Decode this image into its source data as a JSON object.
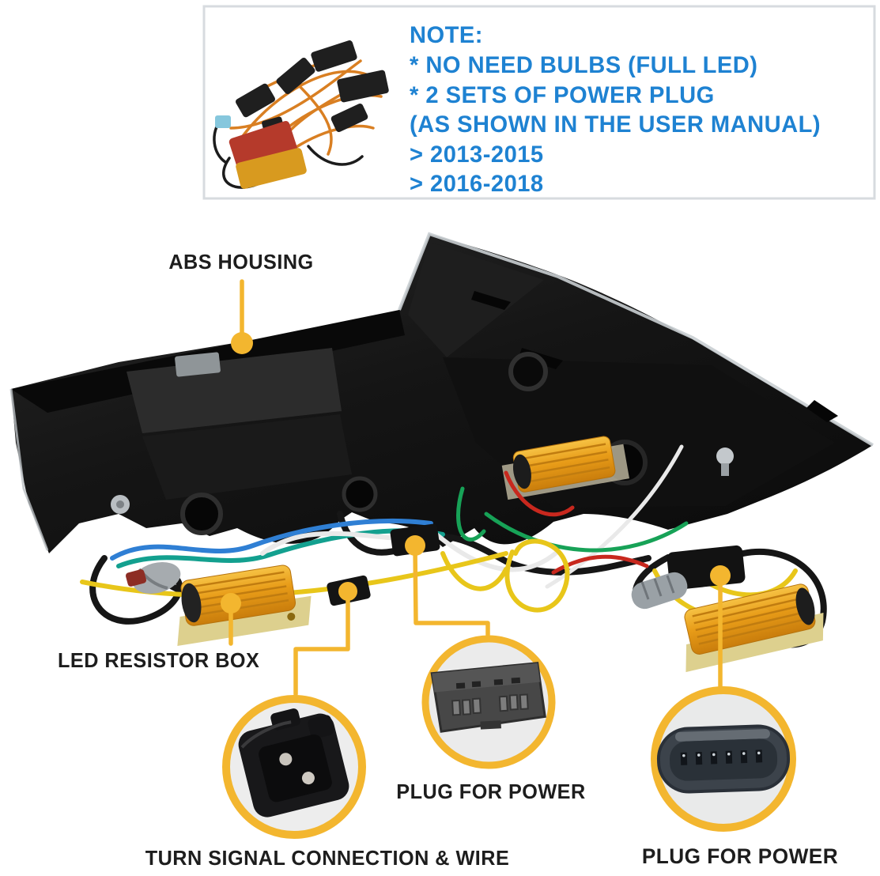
{
  "note": {
    "title": "NOTE:",
    "lines": [
      "* NO NEED BULBS (FULL LED)",
      "* 2 SETS OF POWER PLUG",
      "(AS SHOWN IN THE USER MANUAL)",
      "> 2013-2015",
      "> 2016-2018"
    ]
  },
  "callouts": {
    "abs_housing": {
      "label": "ABS HOUSING"
    },
    "led_resistor_box": {
      "label": "LED RESISTOR BOX"
    },
    "turn_signal": {
      "label": "TURN SIGNAL CONNECTION & WIRE"
    },
    "plug_for_power_center": {
      "label": "PLUG FOR POWER"
    },
    "plug_for_power_right": {
      "label": "PLUG FOR POWER"
    }
  },
  "colors": {
    "callout_gold": "#F3B62F",
    "note_blue": "#1E82D2",
    "label_black": "#1D1D1D",
    "resistor_gold": "#E89C18",
    "note_box_border": "#D7DBDF",
    "background": "#FFFFFF"
  }
}
